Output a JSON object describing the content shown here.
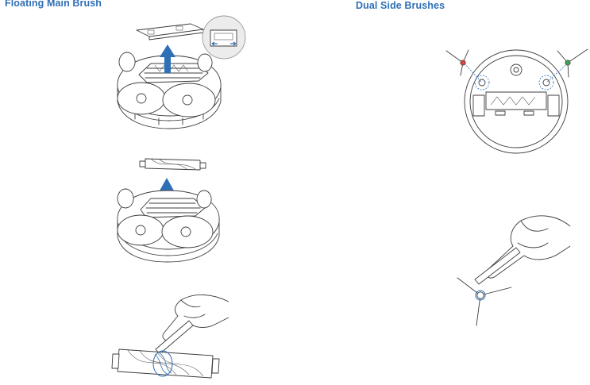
{
  "headings": {
    "left": "Floating Main Brush",
    "right": "Dual Side Brushes"
  },
  "colors": {
    "heading": "#2f6fb6",
    "arrow": "#2f6fb6",
    "line": "#3c3c3c",
    "brush_left_tip": "#d9463b",
    "brush_right_tip": "#3fa34d",
    "highlight": "#2f6fb6"
  },
  "figures": [
    {
      "id": "fig1",
      "icon": "robot-open-cover-lift-icon"
    },
    {
      "id": "fig2",
      "icon": "main-brush-removal-icon"
    },
    {
      "id": "fig3",
      "icon": "hand-cleaning-main-brush-icon"
    },
    {
      "id": "fig4",
      "icon": "robot-underside-side-brushes-icon"
    },
    {
      "id": "fig5",
      "icon": "hand-removing-side-brush-icon"
    }
  ]
}
